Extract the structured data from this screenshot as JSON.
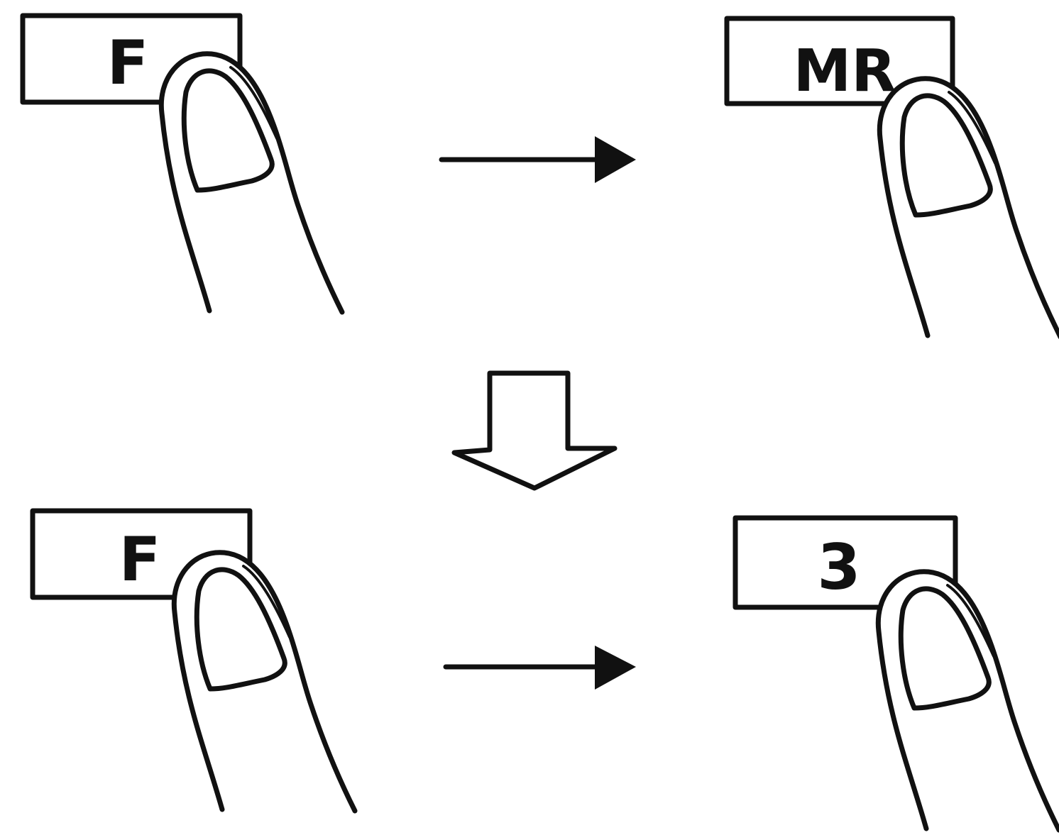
{
  "steps": [
    {
      "key_label": "F"
    },
    {
      "key_label": "MR"
    },
    {
      "key_label": "F"
    },
    {
      "key_label": "3"
    }
  ],
  "colors": {
    "ink": "#111111",
    "background": "#ffffff"
  },
  "icons": {
    "finger": "pressing-finger-icon",
    "right_arrow": "right-arrow-icon",
    "down_arrow": "down-arrow-outline-icon"
  }
}
